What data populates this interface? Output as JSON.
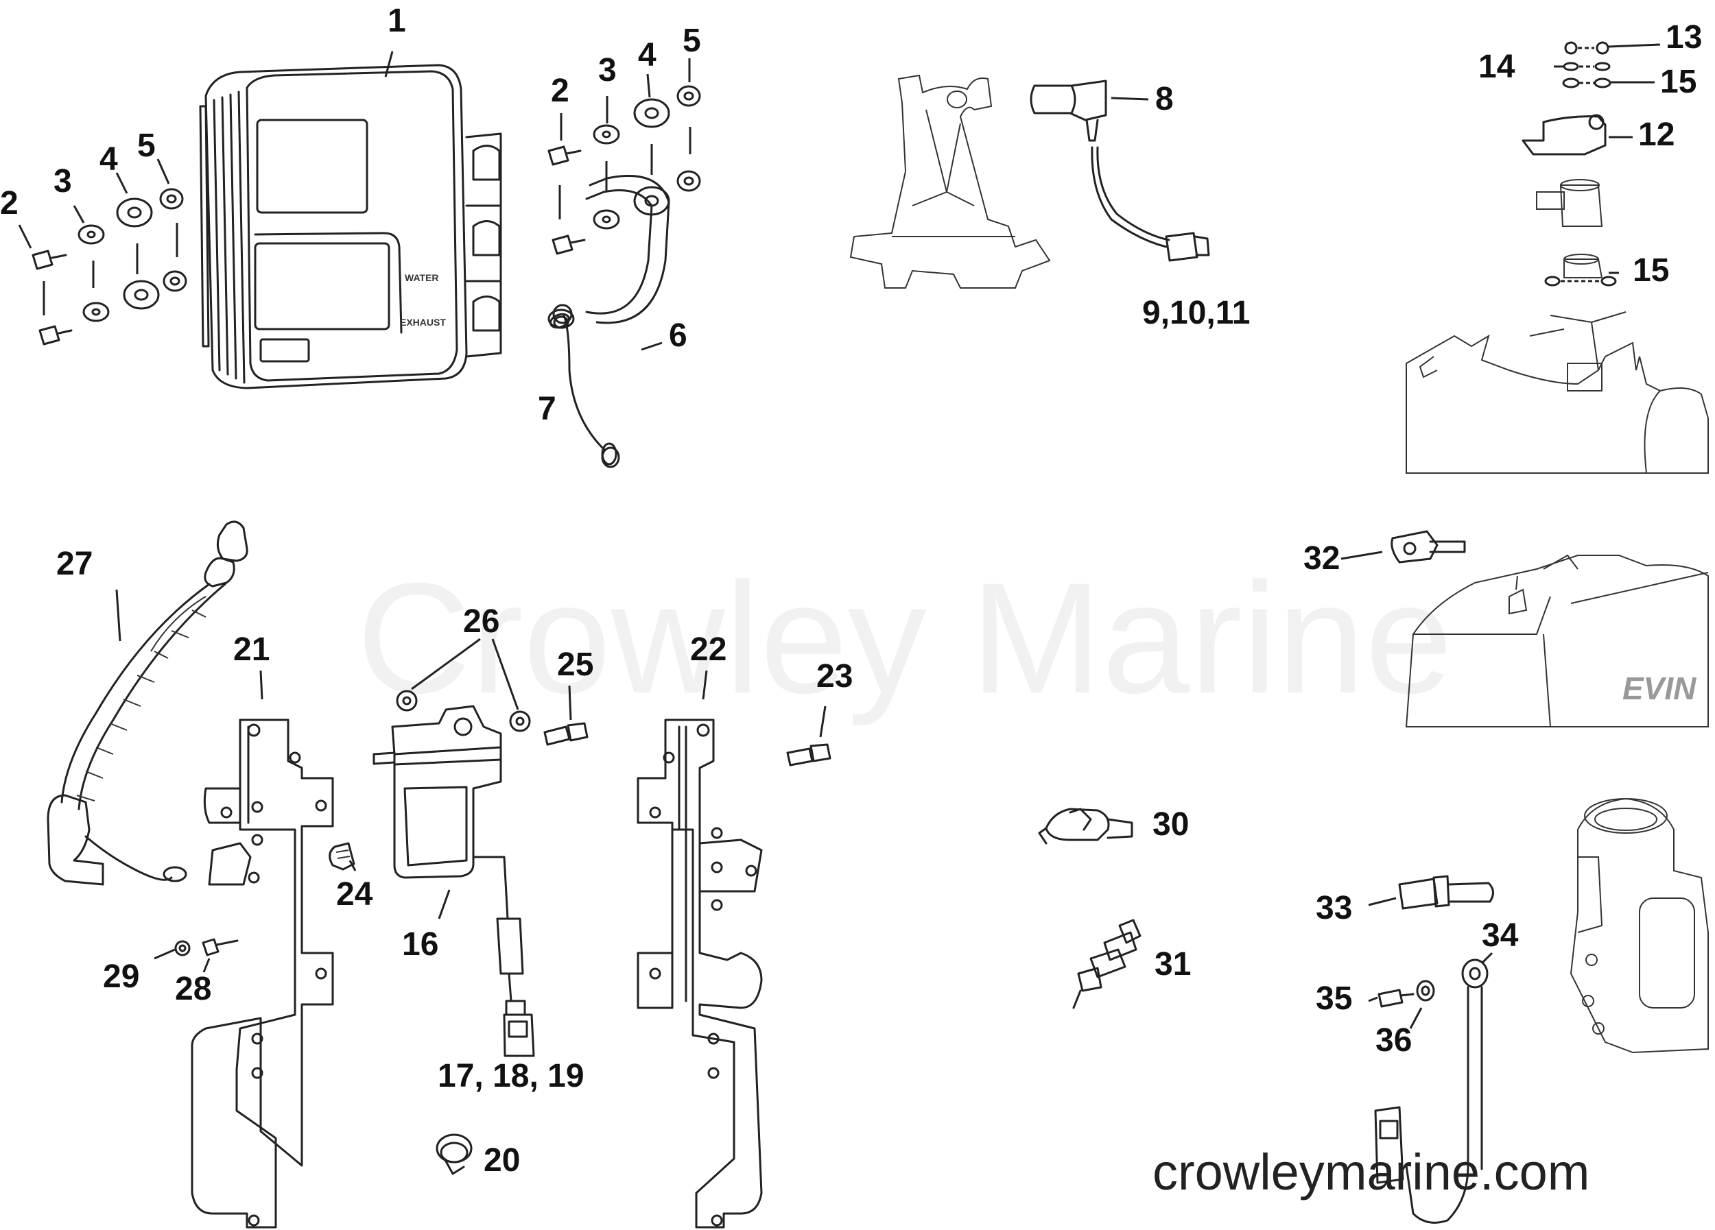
{
  "watermark": "Crowley Marine",
  "website": "crowleymarine.com",
  "module_labels": {
    "water": "WATER",
    "exhaust": "EXHAUST"
  },
  "cowl_brand": "EVIN",
  "callouts": {
    "c1": "1",
    "c2a": "2",
    "c3a": "3",
    "c4a": "4",
    "c5a": "5",
    "c2b": "2",
    "c3b": "3",
    "c4b": "4",
    "c5b": "5",
    "c6": "6",
    "c7": "7",
    "c8": "8",
    "c9": "9,10,11",
    "c12": "12",
    "c13": "13",
    "c14": "14",
    "c15a": "15",
    "c15b": "15",
    "c16": "16",
    "c17": "17, 18, 19",
    "c20": "20",
    "c21": "21",
    "c22": "22",
    "c23": "23",
    "c24": "24",
    "c25": "25",
    "c26": "26",
    "c27": "27",
    "c28": "28",
    "c29": "29",
    "c30": "30",
    "c31": "31",
    "c32": "32",
    "c33": "33",
    "c34": "34",
    "c35": "35",
    "c36": "36"
  }
}
